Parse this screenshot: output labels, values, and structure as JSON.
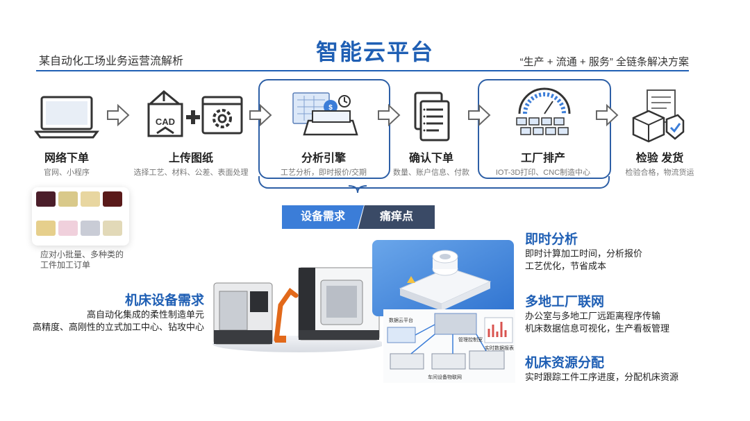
{
  "header": {
    "title": "智能云平台",
    "subtitle_left": "某自动化工场业务运营流解析",
    "subtitle_right": "“生产 + 流通 + 服务” 全链条解决方案"
  },
  "flow": [
    {
      "label": "网络下单",
      "sub": "官网、小程序",
      "icon": "laptop-icon"
    },
    {
      "label": "上传图纸",
      "sub": "选择工艺、材料、公差、表面处理",
      "icon": "cad-upload-icon"
    },
    {
      "label": "分析引擎",
      "sub": "工艺分析，即时报价/交期",
      "icon": "analysis-engine-icon"
    },
    {
      "label": "确认下单",
      "sub": "数量、账户信息、付款",
      "icon": "documents-icon"
    },
    {
      "label": "工厂排产",
      "sub": "IOT-3D打印、CNC制造中心",
      "icon": "factory-icon"
    },
    {
      "label": "检验 发货",
      "sub": "检验合格，物流货运",
      "icon": "inspection-icon"
    }
  ],
  "cad_label": "CAD",
  "tabs": {
    "left": "设备需求",
    "right": "痛痒点"
  },
  "thumbs_caption": [
    "应对小批量、多种类的",
    "工件加工订单"
  ],
  "machine": {
    "heading": "机床设备需求",
    "lines": [
      "高自动化集成的柔性制造单元",
      "高精度、高刚性的立式加工中心、钻攻中心"
    ]
  },
  "features": [
    {
      "heading": "即时分析",
      "lines": [
        "即时计算加工时间，分析报价",
        "工艺优化，节省成本"
      ]
    },
    {
      "heading": "多地工厂联网",
      "lines": [
        "办公室与多地工厂远距离程序传输",
        "机床数据信息可视化，生产看板管理"
      ]
    },
    {
      "heading": "机床资源分配",
      "lines": [
        "实时跟踪工件工序进度，分配机床资源"
      ]
    }
  ],
  "network_labels": [
    "数据云平台",
    "管理控制室",
    "实时数据报表",
    "车间设备物联网"
  ],
  "colors": {
    "brand": "#1f5fb4",
    "tab_left": "#3b7dd8",
    "tab_right": "#3a4a66"
  }
}
